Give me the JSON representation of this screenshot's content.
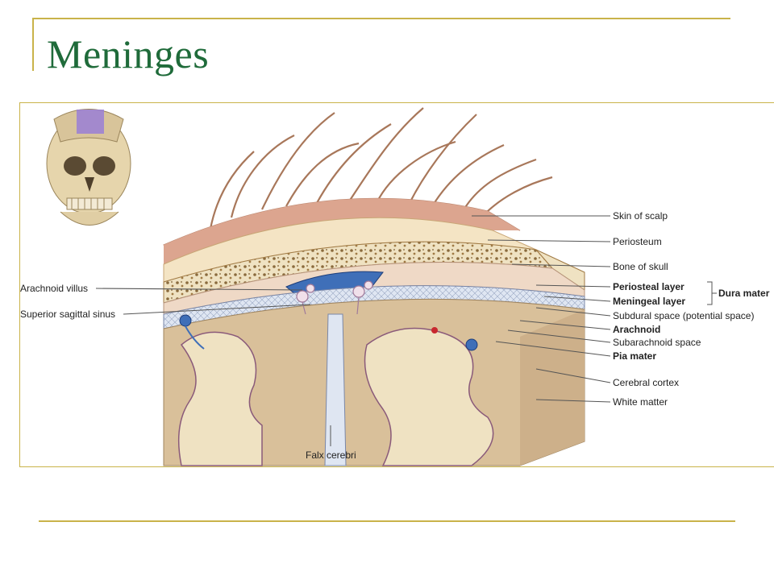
{
  "slide": {
    "title": "Meninges"
  },
  "colors": {
    "accent_rule": "#c9b34a",
    "title": "#1f6b3a"
  },
  "figure": {
    "labels_right": [
      {
        "id": "skin",
        "text": "Skin of scalp",
        "bold": false
      },
      {
        "id": "periosteum",
        "text": "Periosteum",
        "bold": false
      },
      {
        "id": "bone",
        "text": "Bone of skull",
        "bold": false
      },
      {
        "id": "periosteal",
        "text": "Periosteal layer",
        "bold": true
      },
      {
        "id": "meningeal",
        "text": "Meningeal layer",
        "bold": true
      },
      {
        "id": "subdural",
        "text": "Subdural space (potential space)",
        "bold": false
      },
      {
        "id": "arachnoid",
        "text": "Arachnoid",
        "bold": true
      },
      {
        "id": "subarachnoid",
        "text": "Subarachnoid space",
        "bold": false
      },
      {
        "id": "pia",
        "text": "Pia mater",
        "bold": true
      },
      {
        "id": "cortex",
        "text": "Cerebral cortex",
        "bold": false
      },
      {
        "id": "white",
        "text": "White matter",
        "bold": false
      }
    ],
    "dura_group": "Dura mater",
    "labels_left": [
      {
        "id": "villus",
        "text": "Arachnoid villus"
      },
      {
        "id": "sinus",
        "text": "Superior sagittal sinus"
      }
    ],
    "label_bottom": "Falx cerebri"
  }
}
